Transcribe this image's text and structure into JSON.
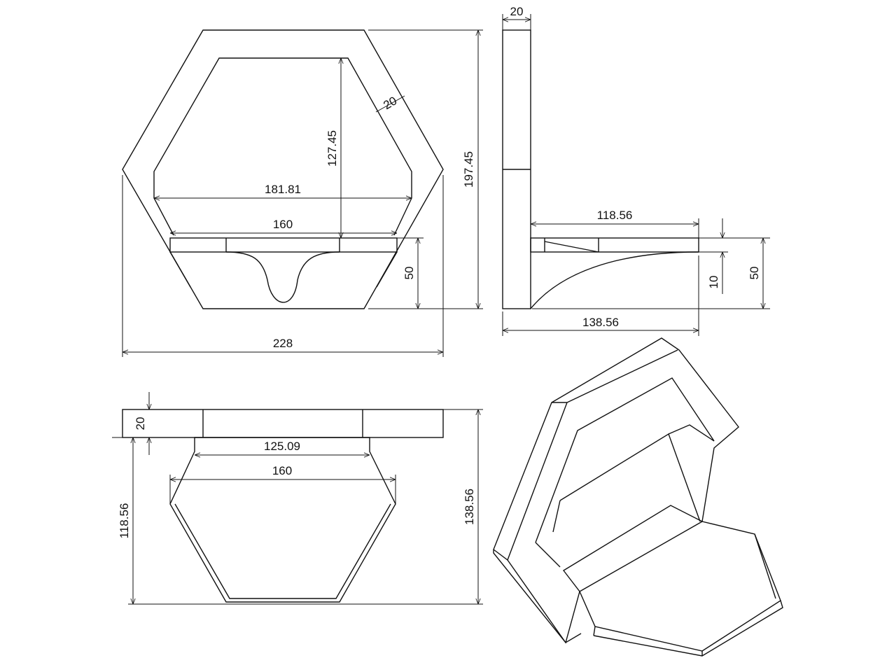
{
  "views": {
    "front": {
      "width": "228",
      "height": "197.45",
      "inner_height": "127.45",
      "inner_width": "181.81",
      "shelf_width": "160",
      "shelf_height": "50",
      "frame_thickness": "20"
    },
    "side": {
      "thickness": "20",
      "shelf_depth": "118.56",
      "total_depth": "138.56",
      "shelf_thickness": "10",
      "shelf_height": "50"
    },
    "top": {
      "thickness": "20",
      "back_width": "125.09",
      "front_width": "160",
      "shelf_depth": "118.56",
      "total_depth": "138.56"
    }
  }
}
